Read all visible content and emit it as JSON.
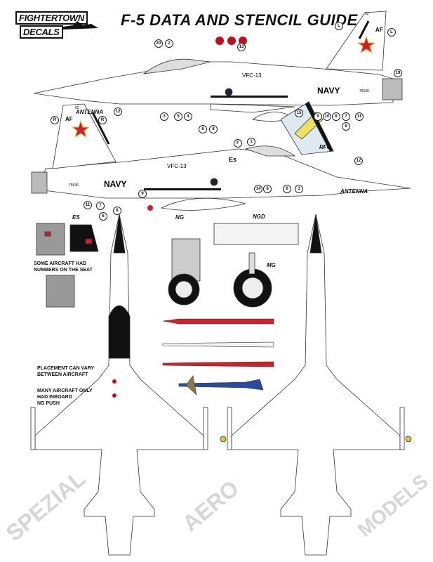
{
  "logo": {
    "line1": "FIGHTERTOWN",
    "line2": "DECALS"
  },
  "title": "F-5 DATA AND STENCIL GUIDE",
  "aircraft_markings": {
    "unit": "VFC-13",
    "service": "NAVY",
    "bureau_number": "76536",
    "modex": "02",
    "tail_code": "AF"
  },
  "labels": {
    "antenna_top": "ANTENNA",
    "antenna_bottom": "ANTENNA",
    "rfc": "RFC",
    "es": "ES",
    "es_marking": "Es",
    "ng": "NG",
    "ngd": "NGD",
    "mg": "MG"
  },
  "notes": {
    "seat_numbers": "SOME AIRCRAFT HAD\nNUMBERS ON THE SEAT",
    "placement": "PLACEMENT CAN VARY\nBETWEEN AIRCRAFT",
    "inboard": "MANY AIRCRAFT ONLY\nHAD INBOARD\nNO PUSH"
  },
  "callouts_top": [
    "20",
    "2",
    "13",
    "L",
    "L",
    "19",
    "12",
    "3",
    "5",
    "4",
    "6",
    "8",
    "15",
    "9",
    "10",
    "8",
    "7",
    "11",
    "6"
  ],
  "callouts_bottom": [
    "R",
    "R",
    "F",
    "1",
    "12",
    "11",
    "7",
    "6",
    "8",
    "9",
    "14",
    "8",
    "6",
    "3"
  ],
  "colors": {
    "red": "#d0202a",
    "blue": "#2a4aa0",
    "yellow": "#f0e060",
    "ink": "#111111"
  },
  "watermark": [
    "SPEZIAL",
    "AERO",
    "MODELS"
  ]
}
